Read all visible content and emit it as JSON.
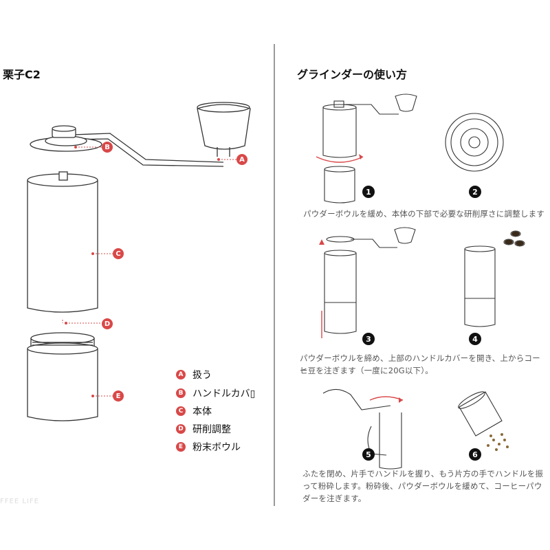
{
  "left": {
    "title": "栗子C2",
    "callouts": [
      "A",
      "B",
      "C",
      "D",
      "E"
    ],
    "legend": [
      {
        "marker": "A",
        "label": "扱う"
      },
      {
        "marker": "B",
        "label": "ハンドルカバ▯"
      },
      {
        "marker": "C",
        "label": "本体"
      },
      {
        "marker": "D",
        "label": "研削調整"
      },
      {
        "marker": "E",
        "label": "粉末ボウル"
      }
    ]
  },
  "right": {
    "title": "グラインダーの使い方",
    "steps": [
      "1",
      "2",
      "3",
      "4",
      "5",
      "6"
    ],
    "captions": {
      "step12": "パウダーボウルを緩め、本体の下部で必要な研削厚さに調整します",
      "step34_line1": "パウダーボウルを締め、上部のハンドルカバーを開き、上からコーヒ",
      "step34_line2": "ー豆を注ぎます（一度に20G以下）。",
      "step56_line1": "ふたを閉め、片手でハンドルを握り、もう片方の手でハンドルを振",
      "step56_line2": "って粉砕します。粉砕後、パウダーボウルを緩めて、コーヒーパウ",
      "step56_line3": "ダーを注ぎます。"
    }
  },
  "watermark": "FFEE LIFE",
  "colors": {
    "accent": "#d94848",
    "line": "#333333",
    "divider": "#9a9a9a"
  }
}
